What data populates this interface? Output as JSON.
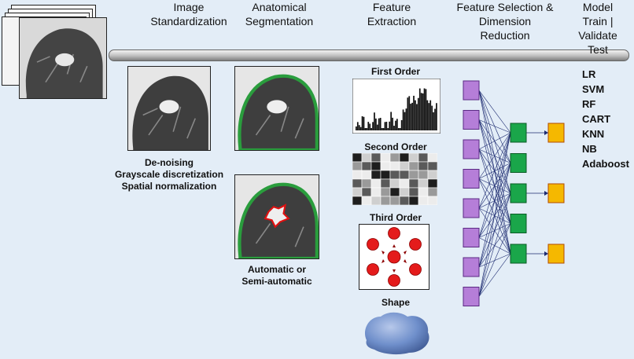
{
  "headers": {
    "standardization": [
      "Image",
      "Standardization"
    ],
    "segmentation": [
      "Anatomical",
      "Segmentation"
    ],
    "extraction": [
      "Feature",
      "Extraction"
    ],
    "selection": [
      "Feature Selection &",
      "Dimension",
      "Reduction"
    ],
    "model": [
      "Model",
      "Train | Validate",
      "Test"
    ]
  },
  "standardization_steps": [
    "De-noising",
    "Grayscale discretization",
    "Spatial normalization"
  ],
  "segmentation_caption": [
    "Automatic or",
    "Semi-automatic"
  ],
  "feature_types": {
    "first_order": "First Order",
    "second_order": "Second Order",
    "third_order": "Third Order",
    "shape": "Shape"
  },
  "models": [
    "LR",
    "SVM",
    "RF",
    "CART",
    "KNN",
    "NB",
    "Adaboost"
  ],
  "colors": {
    "background": "#e3edf7",
    "input_node": "#b57ed8",
    "hidden_node": "#1aa64a",
    "output_node": "#f5b800",
    "segment_outline": "#2a9d3d",
    "lesion_outline": "#e01010",
    "third_order_dot": "#e41b1b",
    "shape_blob": "#6f8fcb"
  }
}
